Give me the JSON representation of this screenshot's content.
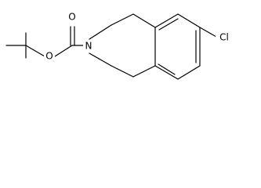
{
  "molecule": {
    "atoms": {
      "oxygen_carbonyl": "O",
      "oxygen_ester": "O",
      "nitrogen": "N",
      "chlorine": "Cl"
    }
  }
}
